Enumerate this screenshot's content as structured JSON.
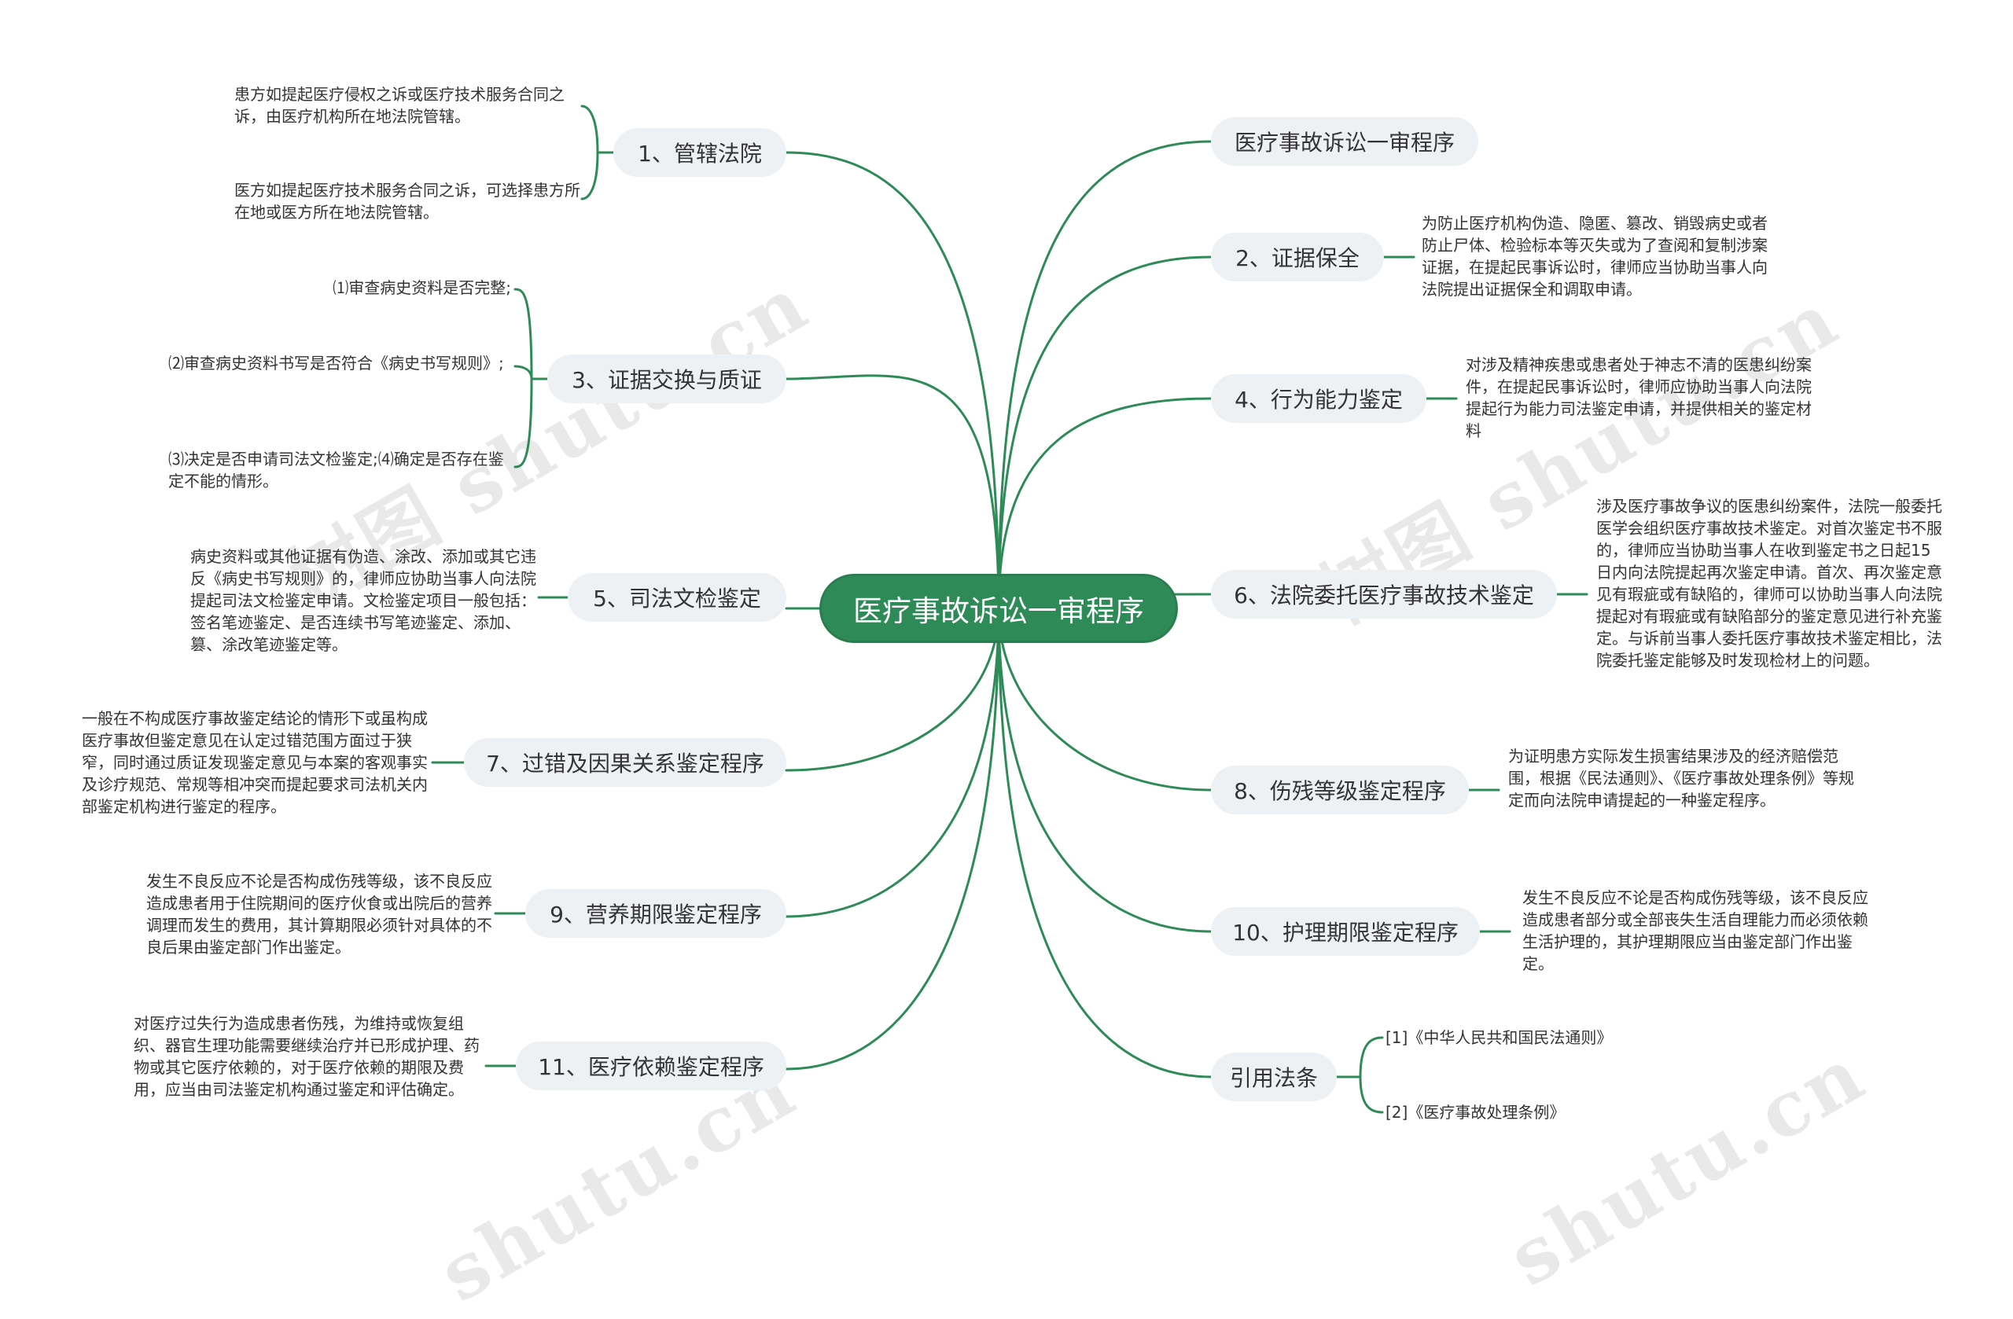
{
  "root": {
    "label": "医疗事故诉讼一审程序"
  },
  "branches": [
    {
      "label": "1、管辖法院",
      "notes": [
        "患方如提起医疗侵权之诉或医疗技术服务合同之诉，由医疗机构所在地法院管辖。",
        "医方如提起医疗技术服务合同之诉，可选择患方所在地或医方所在地法院管辖。"
      ]
    },
    {
      "label": "3、证据交换与质证",
      "notes": [
        "⑴审查病史资料是否完整;",
        "⑵审查病史资料书写是否符合《病史书写规则》;",
        "⑶决定是否申请司法文检鉴定;⑷确定是否存在鉴定不能的情形。"
      ]
    },
    {
      "label": "5、司法文检鉴定",
      "notes": [
        "病史资料或其他证据有伪造、涂改、添加或其它违反《病史书写规则》的，律师应协助当事人向法院提起司法文检鉴定申请。文检鉴定项目一般包括：签名笔迹鉴定、是否连续书写笔迹鉴定、添加、篡、涂改笔迹鉴定等。"
      ]
    },
    {
      "label": "7、过错及因果关系鉴定程序",
      "notes": [
        "一般在不构成医疗事故鉴定结论的情形下或虽构成医疗事故但鉴定意见在认定过错范围方面过于狭窄，同时通过质证发现鉴定意见与本案的客观事实及诊疗规范、常规等相冲突而提起要求司法机关内部鉴定机构进行鉴定的程序。"
      ]
    },
    {
      "label": "9、营养期限鉴定程序",
      "notes": [
        "发生不良反应不论是否构成伤残等级，该不良反应造成患者用于住院期间的医疗伙食或出院后的营养调理而发生的费用，其计算期限必须针对具体的不良后果由鉴定部门作出鉴定。"
      ]
    },
    {
      "label": "11、医疗依赖鉴定程序",
      "notes": [
        "对医疗过失行为造成患者伤残，为维持或恢复组织、器官生理功能需要继续治疗并已形成护理、药物或其它医疗依赖的，对于医疗依赖的期限及费用，应当由司法鉴定机构通过鉴定和评估确定。"
      ]
    },
    {
      "label": "医疗事故诉讼一审程序",
      "notes": []
    },
    {
      "label": "2、证据保全",
      "notes": [
        "为防止医疗机构伪造、隐匿、篡改、销毁病史或者防止尸体、检验标本等灭失或为了查阅和复制涉案证据，在提起民事诉讼时，律师应当协助当事人向法院提出证据保全和调取申请。"
      ]
    },
    {
      "label": "4、行为能力鉴定",
      "notes": [
        "对涉及精神疾患或患者处于神志不清的医患纠纷案件，在提起民事诉讼时，律师应协助当事人向法院提起行为能力司法鉴定申请，并提供相关的鉴定材料"
      ]
    },
    {
      "label": "6、法院委托医疗事故技术鉴定",
      "notes": [
        "涉及医疗事故争议的医患纠纷案件，法院一般委托医学会组织医疗事故技术鉴定。对首次鉴定书不服的，律师应当协助当事人在收到鉴定书之日起15日内向法院提起再次鉴定申请。首次、再次鉴定意见有瑕疵或有缺陷的，律师可以协助当事人向法院提起对有瑕疵或有缺陷部分的鉴定意见进行补充鉴定。与诉前当事人委托医疗事故技术鉴定相比，法院委托鉴定能够及时发现检材上的问题。"
      ]
    },
    {
      "label": "8、伤残等级鉴定程序",
      "notes": [
        "为证明患方实际发生损害结果涉及的经济赔偿范围，根据《民法通则》、《医疗事故处理条例》等规定而向法院申请提起的一种鉴定程序。"
      ]
    },
    {
      "label": "10、护理期限鉴定程序",
      "notes": [
        "发生不良反应不论是否构成伤残等级，该不良反应造成患者部分或全部丧失生活自理能力而必须依赖生活护理的，其护理期限应当由鉴定部门作出鉴定。"
      ]
    },
    {
      "label": "引用法条",
      "notes": [
        "[1]《中华人民共和国民法通则》",
        "[2]《医疗事故处理条例》"
      ]
    }
  ],
  "watermarks": [
    "树图 shutu.cn",
    "树图 shutu.cn",
    "shutu.cn",
    "shutu.cn"
  ],
  "colors": {
    "root_fill": "#2e8b57",
    "link": "#2e8b57",
    "branch_fill": "#eef1f4"
  }
}
